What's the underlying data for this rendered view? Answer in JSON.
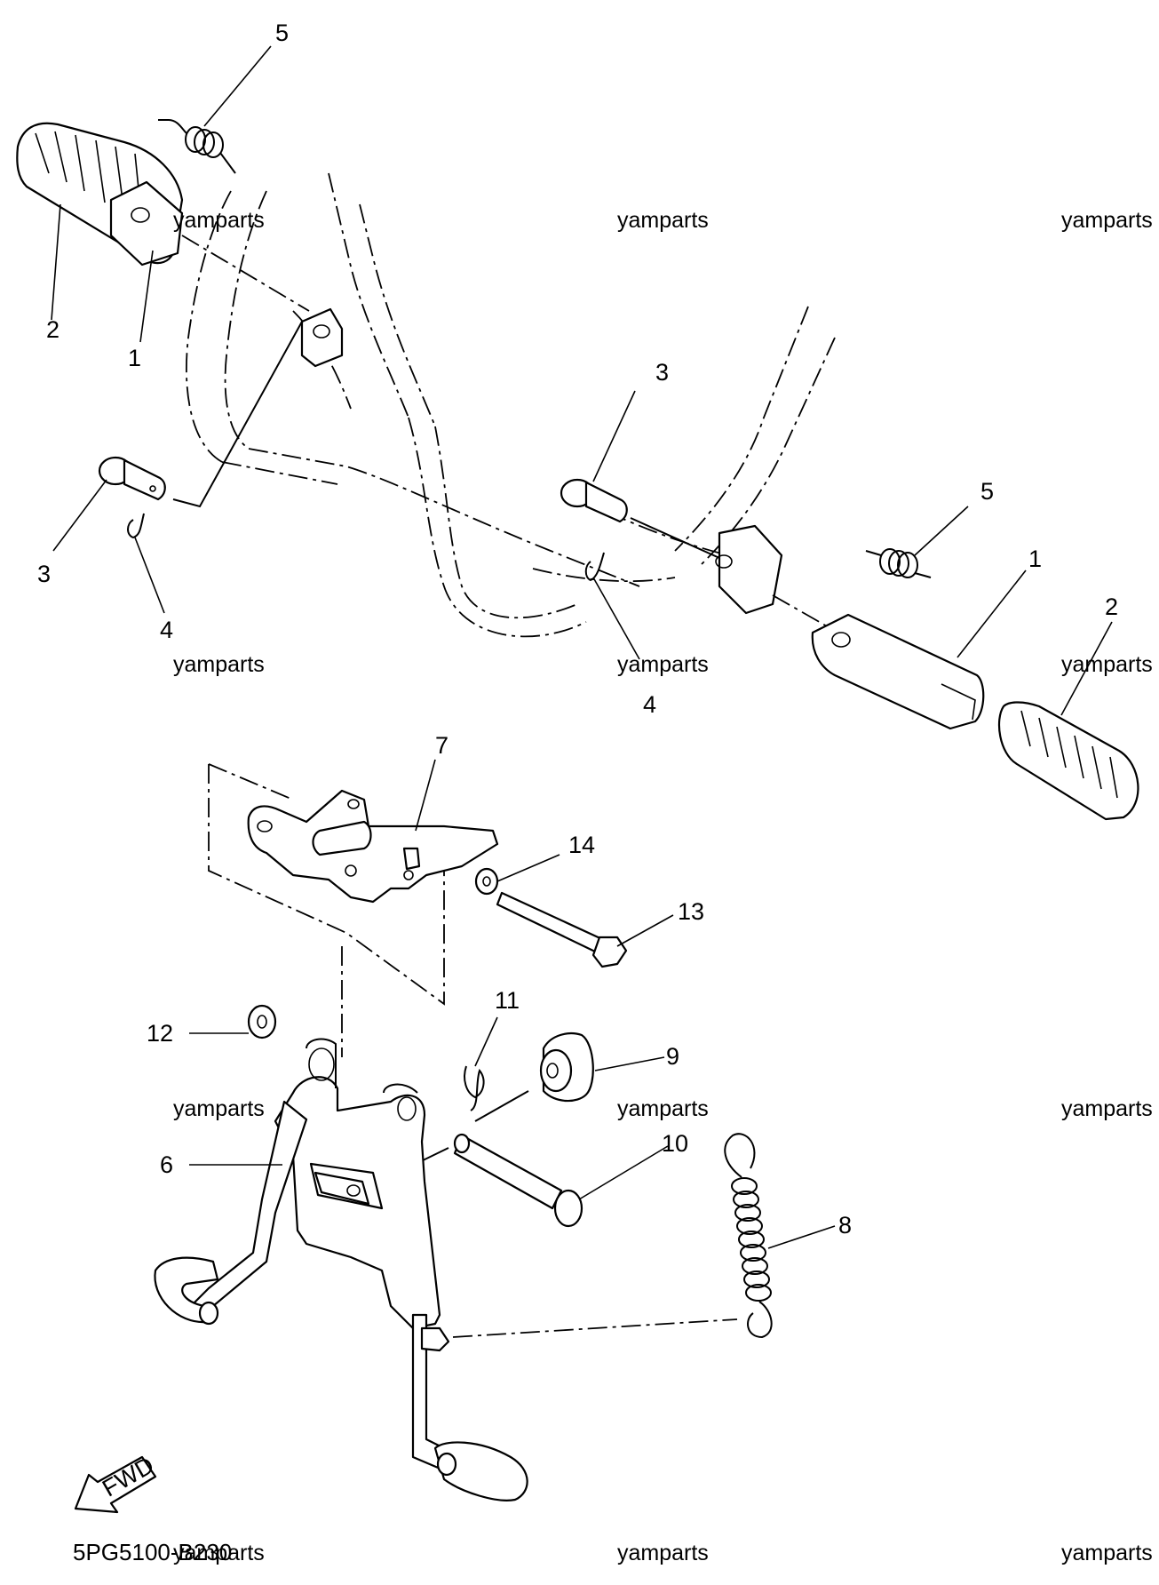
{
  "diagram": {
    "code": "5PG5100-B230",
    "watermark": "yamparts",
    "fwd_label": "FWD",
    "callouts": {
      "left_peg": "1",
      "left_rubber": "2",
      "left_pin": "3",
      "left_cotter": "4",
      "left_spring": "5",
      "right_peg": "1",
      "right_rubber": "2",
      "right_pin": "3",
      "right_cotter": "4",
      "right_spring": "5",
      "stand": "6",
      "bracket": "7",
      "stand_spring": "8",
      "damper": "9",
      "shaft": "10",
      "clip": "11",
      "washer_left": "12",
      "bolt": "13",
      "washer_right": "14"
    }
  }
}
